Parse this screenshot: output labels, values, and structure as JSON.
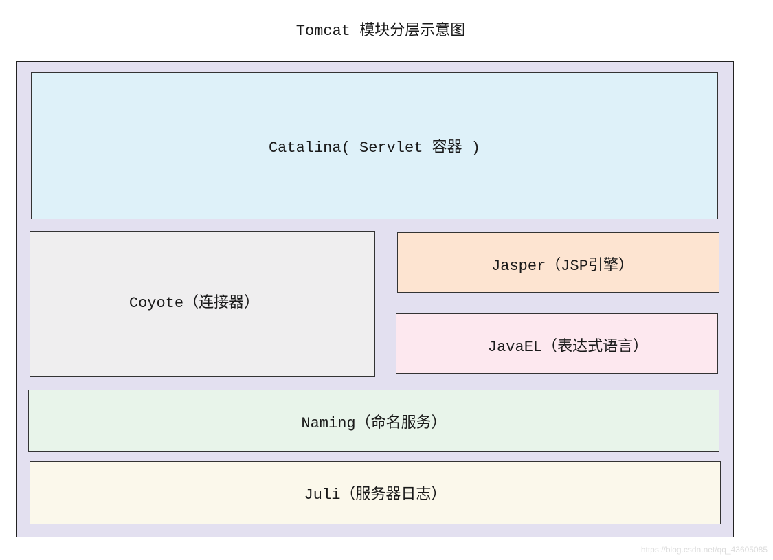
{
  "title": "Tomcat 模块分层示意图",
  "layers": {
    "catalina": "Catalina( Servlet 容器 )",
    "coyote": "Coyote（连接器）",
    "jasper": "Jasper（JSP引擎）",
    "javael": "JavaEL（表达式语言）",
    "naming": "Naming（命名服务）",
    "juli": "Juli（服务器日志）"
  },
  "colors": {
    "outer_bg": "#e3e0f0",
    "catalina": "#def1f9",
    "coyote": "#efeeef",
    "jasper": "#fde4d1",
    "javael": "#fde8ef",
    "naming": "#e8f4ea",
    "juli": "#fbf8eb"
  },
  "watermark": "https://blog.csdn.net/qq_43605085"
}
